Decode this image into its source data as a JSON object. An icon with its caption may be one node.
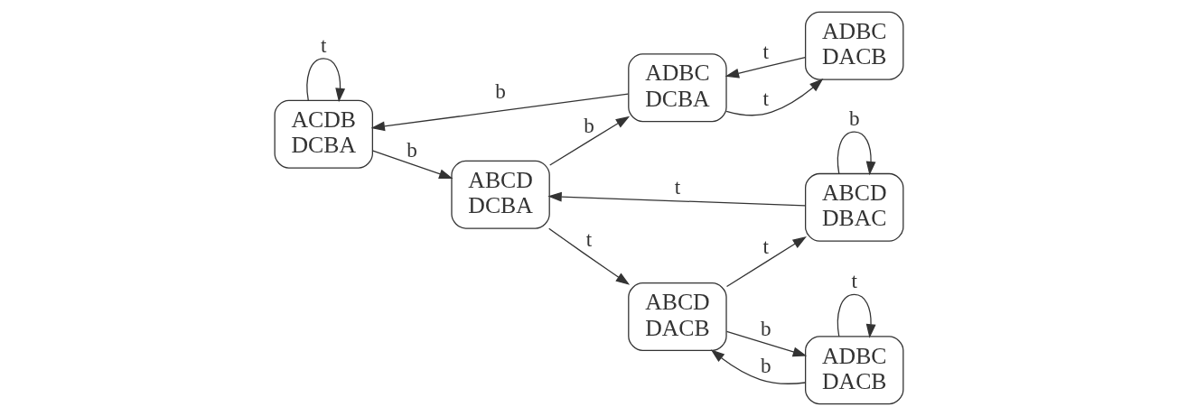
{
  "diagram": {
    "nodes": [
      {
        "text": [
          "ACDB",
          "DCBA"
        ]
      },
      {
        "text": [
          "ABCD",
          "DCBA"
        ]
      },
      {
        "text": [
          "ABCD",
          "DBAC"
        ]
      },
      {
        "text": [
          "ADBC",
          "DACB"
        ]
      },
      {
        "text": [
          "ADBC",
          "DCBA"
        ]
      },
      {
        "text": [
          "ABCD",
          "DACB"
        ]
      },
      {
        "text": [
          "ADBC",
          "DACB"
        ]
      }
    ],
    "edges": [
      {
        "from": 0,
        "to": 0,
        "arrow": "to",
        "label": "t"
      },
      {
        "from": 0,
        "to": 1,
        "arrow": "to",
        "label": "b"
      },
      {
        "from": 2,
        "to": 1,
        "arrow": "to",
        "label": "t"
      },
      {
        "from": 2,
        "to": 2,
        "arrow": "to",
        "label": "b"
      },
      {
        "from": 1,
        "to": 5,
        "arrow": "to",
        "label": "t"
      },
      {
        "from": 5,
        "to": 2,
        "arrow": "to",
        "label": "t"
      },
      {
        "from": 1,
        "to": 4,
        "arrow": "to",
        "label": "b"
      },
      {
        "from": 4,
        "to": 0,
        "arrow": "to",
        "label": "b"
      },
      {
        "from": 4,
        "to": 3,
        "arrow": "to",
        "label": "t"
      },
      {
        "from": 3,
        "to": 4,
        "arrow": "to",
        "label": "t"
      },
      {
        "from": 5,
        "to": 6,
        "arrow": "to",
        "label": "b"
      },
      {
        "from": 6,
        "to": 5,
        "arrow": "to",
        "label": "b"
      },
      {
        "from": 6,
        "to": 6,
        "arrow": "to",
        "label": "t"
      }
    ]
  }
}
